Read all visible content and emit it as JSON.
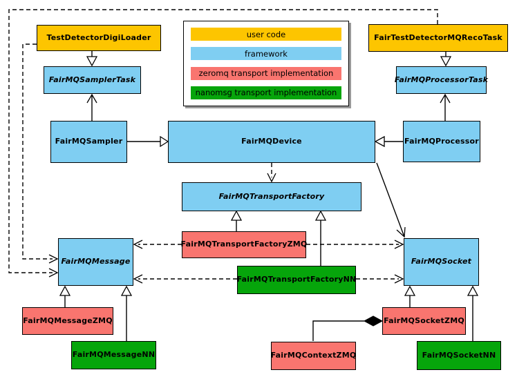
{
  "legend": {
    "items": [
      {
        "label": "user code",
        "color": "#FDC500",
        "category": "user"
      },
      {
        "label": "framework",
        "color": "#7FCEF2",
        "category": "framework"
      },
      {
        "label": "zeromq transport implementation",
        "color": "#F9756F",
        "category": "zeromq"
      },
      {
        "label": "nanomsg transport implementation",
        "color": "#06A50B",
        "category": "nanomsg"
      }
    ]
  },
  "nodes": [
    {
      "label": "TestDetectorDigiLoader",
      "category": "user",
      "abstract": false
    },
    {
      "label": "FairMQSamplerTask",
      "category": "framework",
      "abstract": true
    },
    {
      "label": "FairMQSampler",
      "category": "framework",
      "abstract": false
    },
    {
      "label": "FairMQDevice",
      "category": "framework",
      "abstract": false
    },
    {
      "label": "FairTestDetectorMQRecoTask",
      "category": "user",
      "abstract": false
    },
    {
      "label": "FairMQProcessorTask",
      "category": "framework",
      "abstract": true
    },
    {
      "label": "FairMQProcessor",
      "category": "framework",
      "abstract": false
    },
    {
      "label": "FairMQTransportFactory",
      "category": "framework",
      "abstract": true
    },
    {
      "label": "FairMQTransportFactoryZMQ",
      "category": "zeromq",
      "abstract": false
    },
    {
      "label": "FairMQTransportFactoryNN",
      "category": "nanomsg",
      "abstract": false
    },
    {
      "label": "FairMQMessage",
      "category": "framework",
      "abstract": true
    },
    {
      "label": "FairMQMessageZMQ",
      "category": "zeromq",
      "abstract": false
    },
    {
      "label": "FairMQMessageNN",
      "category": "nanomsg",
      "abstract": false
    },
    {
      "label": "FairMQSocket",
      "category": "framework",
      "abstract": true
    },
    {
      "label": "FairMQSocketZMQ",
      "category": "zeromq",
      "abstract": false
    },
    {
      "label": "FairMQSocketNN",
      "category": "nanomsg",
      "abstract": false
    },
    {
      "label": "FairMQContextZMQ",
      "category": "zeromq",
      "abstract": false
    }
  ],
  "edges": [
    {
      "from": "TestDetectorDigiLoader",
      "to": "FairMQSamplerTask",
      "type": "inheritance"
    },
    {
      "from": "FairMQSampler",
      "to": "FairMQSamplerTask",
      "type": "association"
    },
    {
      "from": "FairMQSampler",
      "to": "FairMQDevice",
      "type": "inheritance"
    },
    {
      "from": "FairTestDetectorMQRecoTask",
      "to": "FairMQProcessorTask",
      "type": "inheritance"
    },
    {
      "from": "FairMQProcessor",
      "to": "FairMQProcessorTask",
      "type": "association"
    },
    {
      "from": "FairMQProcessor",
      "to": "FairMQDevice",
      "type": "inheritance"
    },
    {
      "from": "FairMQDevice",
      "to": "FairMQTransportFactory",
      "type": "dependency"
    },
    {
      "from": "FairMQDevice",
      "to": "FairMQSocket",
      "type": "association"
    },
    {
      "from": "FairMQTransportFactoryZMQ",
      "to": "FairMQTransportFactory",
      "type": "inheritance"
    },
    {
      "from": "FairMQTransportFactoryNN",
      "to": "FairMQTransportFactory",
      "type": "inheritance"
    },
    {
      "from": "FairMQTransportFactoryZMQ",
      "to": "FairMQMessage",
      "type": "dependency"
    },
    {
      "from": "FairMQTransportFactoryZMQ",
      "to": "FairMQSocket",
      "type": "dependency"
    },
    {
      "from": "FairMQTransportFactoryNN",
      "to": "FairMQMessage",
      "type": "dependency"
    },
    {
      "from": "FairMQTransportFactoryNN",
      "to": "FairMQSocket",
      "type": "dependency"
    },
    {
      "from": "TestDetectorDigiLoader",
      "to": "FairMQMessage",
      "type": "dependency"
    },
    {
      "from": "FairTestDetectorMQRecoTask",
      "to": "FairMQMessage",
      "type": "dependency"
    },
    {
      "from": "FairMQMessageZMQ",
      "to": "FairMQMessage",
      "type": "inheritance"
    },
    {
      "from": "FairMQMessageNN",
      "to": "FairMQMessage",
      "type": "inheritance"
    },
    {
      "from": "FairMQSocketZMQ",
      "to": "FairMQSocket",
      "type": "inheritance"
    },
    {
      "from": "FairMQSocketNN",
      "to": "FairMQSocket",
      "type": "inheritance"
    },
    {
      "from": "FairMQContextZMQ",
      "to": "FairMQSocketZMQ",
      "type": "composition"
    }
  ]
}
